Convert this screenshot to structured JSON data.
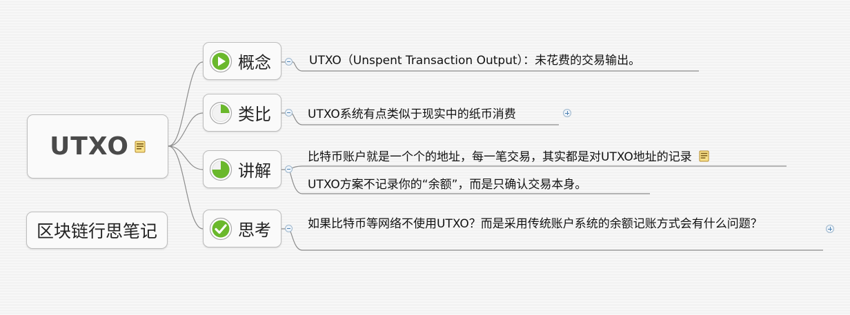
{
  "central": {
    "title": "UTXO",
    "note_icon": "note-icon"
  },
  "floating_topic": {
    "label": "区块链行思笔记"
  },
  "branches": [
    {
      "label": "概念",
      "icon": "play-icon",
      "color": "#6ab82c"
    },
    {
      "label": "类比",
      "icon": "progress-quarter-icon",
      "color": "#6ab82c"
    },
    {
      "label": "讲解",
      "icon": "progress-three-quarter-icon",
      "color": "#6ab82c"
    },
    {
      "label": "思考",
      "icon": "check-icon",
      "color": "#6ab82c"
    }
  ],
  "leaves": {
    "concept": "UTXO（Unspent Transaction Output）：未花费的交易输出。",
    "analogy": "UTXO系统有点类似于现实中的纸币消费",
    "explain_1": "比特币账户就是一个个的地址，每一笔交易，其实都是对UTXO地址的记录",
    "explain_2": "UTXO方案不记录你的“余额”，而是只确认交易本身。",
    "think": "如果比特币等网络不使用UTXO？而是采用传统账户系统的余额记账方式会有什么问题？"
  },
  "colors": {
    "connector": "#8c8c8c",
    "node_border": "#bdbdbd",
    "accent": "#6ab82c"
  }
}
